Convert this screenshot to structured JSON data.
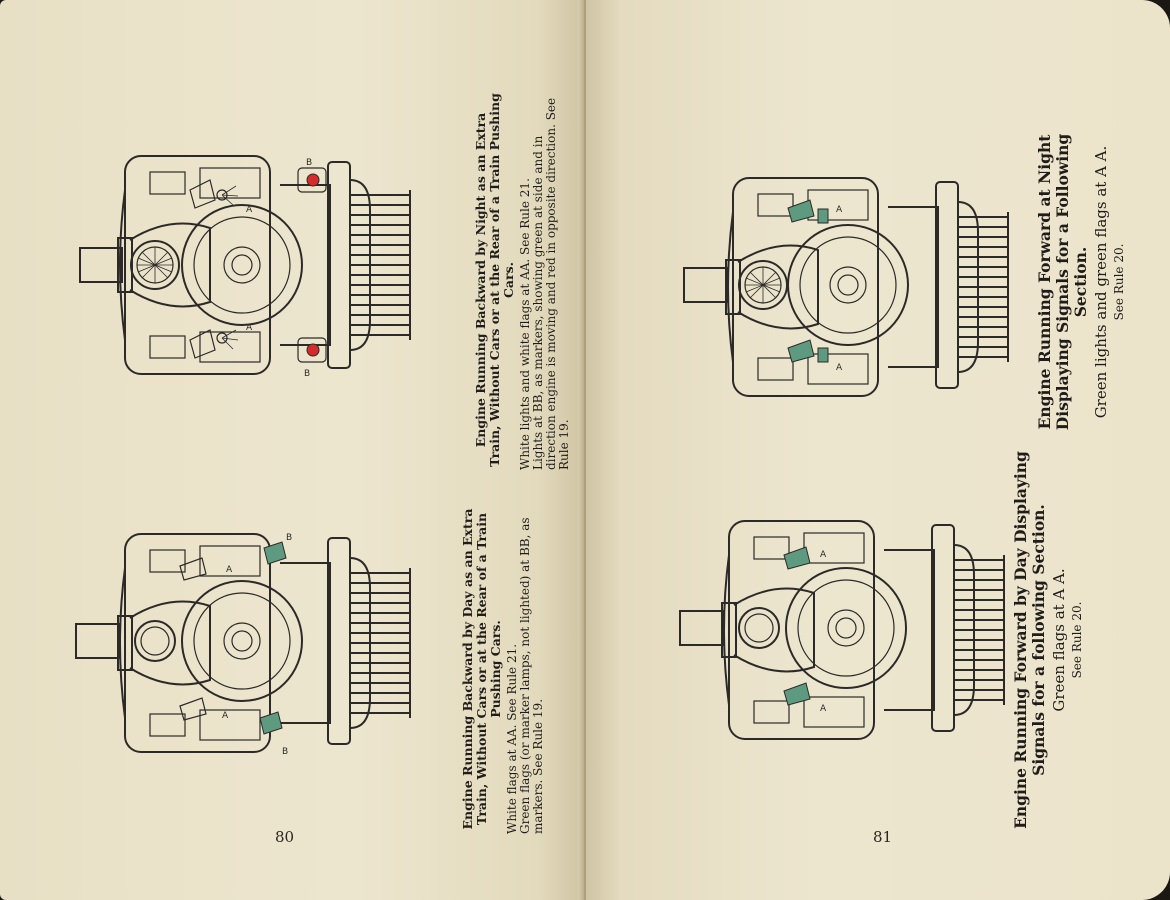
{
  "left_page": {
    "page_number": "80",
    "top_caption": {
      "title": "Engine Running Backward by Night as an Extra Train, Without Cars or at the Rear of a Train Pushing Cars.",
      "line1": "White lights and white flags at AA.  See Rule 21.",
      "line2": "Lights at BB, as markers, showing green at side and in direction engine is moving and red in opposite direction.  See Rule 19."
    },
    "bottom_caption": {
      "title": "Engine Running Backward by Day as an Extra Train, Without Cars or at the Rear of a Train Pushing Cars.",
      "line1": "White flags at AA.  See Rule 21.",
      "line2": "Green flags (or marker lamps, not lighted) at BB, as markers.  See Rule 19."
    },
    "labels": {
      "a": "A",
      "b": "B"
    }
  },
  "right_page": {
    "page_number": "81",
    "top_caption": {
      "title": "Engine Running Forward at Night Displaying Signals for a Following Section.",
      "line1": "Green lights and green flags at A A.",
      "line2": "See Rule 20."
    },
    "bottom_caption": {
      "title": "Engine Running Forward by Day Displaying Signals for a following Section.",
      "line1": "Green flags at A A.",
      "line2": "See Rule 20."
    },
    "labels": {
      "a": "A"
    }
  },
  "colors": {
    "paper": "#ece5cd",
    "ink": "#2c2a28",
    "flag_green": "#5d9a80",
    "lamp_red": "#d62b2b"
  }
}
